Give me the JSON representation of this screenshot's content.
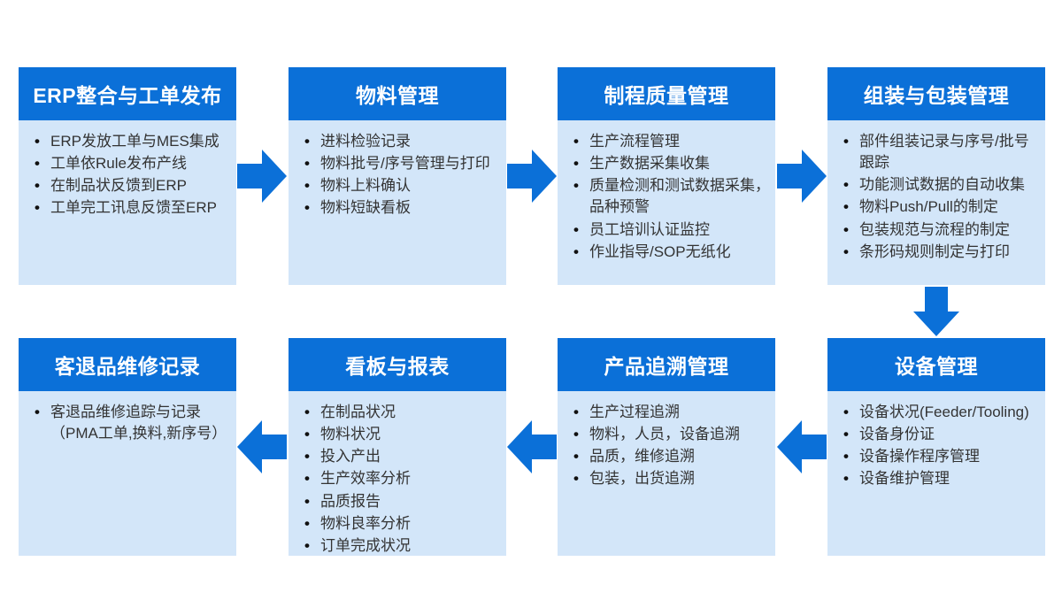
{
  "colors": {
    "header_blue": "#0b70d8",
    "body_bg": "#d3e6f9",
    "title_text": "#ffffff",
    "body_text": "#333333",
    "arrow_blue": "#0b70d8"
  },
  "boxes": [
    {
      "title": "ERP整合与工单发布",
      "items": [
        "ERP发放工单与MES集成",
        "工单依Rule发布产线",
        "在制品状反馈到ERP",
        "工单完工讯息反馈至ERP"
      ]
    },
    {
      "title": "物料管理",
      "items": [
        "进料检验记录",
        "物料批号/序号管理与打印",
        "物料上料确认",
        "物料短缺看板"
      ]
    },
    {
      "title": "制程质量管理",
      "items": [
        "生产流程管理",
        "生产数据采集收集",
        "质量检测和测试数据采集，\n品种预警",
        "员工培训认证监控",
        "作业指导/SOP无纸化"
      ]
    },
    {
      "title": "组装与包装管理",
      "items": [
        "部件组装记录与序号/批号\n跟踪",
        "功能测试数据的自动收集",
        "物料Push/Pull的制定",
        "包装规范与流程的制定",
        "条形码规则制定与打印"
      ]
    },
    {
      "title": "客退品维修记录",
      "items": [
        "客退品维修追踪与记录\n（PMA工单,换料,新序号）"
      ]
    },
    {
      "title": "看板与报表",
      "items": [
        "在制品状况",
        "物料状况",
        "投入产出",
        "生产效率分析",
        "品质报告",
        "物料良率分析",
        "订单完成状况"
      ]
    },
    {
      "title": "产品追溯管理",
      "items": [
        "生产过程追溯",
        "物料，人员，设备追溯",
        "品质，维修追溯",
        "包装，出货追溯"
      ]
    },
    {
      "title": "设备管理",
      "items": [
        "设备状况(Feeder/Tooling)",
        "设备身份证",
        "设备操作程序管理",
        "设备维护管理"
      ]
    }
  ],
  "flow_arrows": [
    {
      "direction": "right",
      "from": "ERP整合与工单发布",
      "to": "物料管理"
    },
    {
      "direction": "right",
      "from": "物料管理",
      "to": "制程质量管理"
    },
    {
      "direction": "right",
      "from": "制程质量管理",
      "to": "组装与包装管理"
    },
    {
      "direction": "down",
      "from": "组装与包装管理",
      "to": "设备管理"
    },
    {
      "direction": "left",
      "from": "设备管理",
      "to": "产品追溯管理"
    },
    {
      "direction": "left",
      "from": "产品追溯管理",
      "to": "看板与报表"
    },
    {
      "direction": "left",
      "from": "看板与报表",
      "to": "客退品维修记录"
    }
  ]
}
